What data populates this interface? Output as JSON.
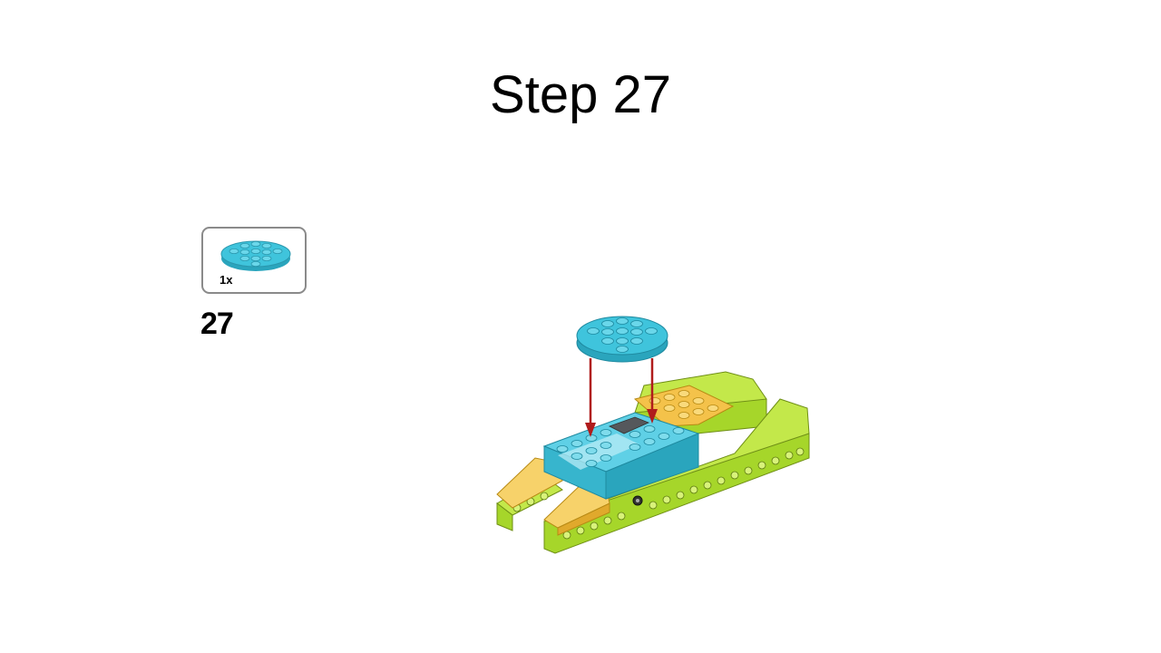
{
  "slide": {
    "title": "Step 27"
  },
  "parts_callout": {
    "part_icon": "round-plate-4x4-icon",
    "part_color": "#3fc4dc",
    "quantity": "1x"
  },
  "step_number": "27",
  "model": {
    "icon": "lego-boat-assembly-icon",
    "arrow_color": "#b01c1c",
    "colors": {
      "lime": "#a6d62a",
      "yellow": "#f4c24a",
      "azure": "#3fc4dc",
      "dark_gray": "#55585c"
    }
  }
}
